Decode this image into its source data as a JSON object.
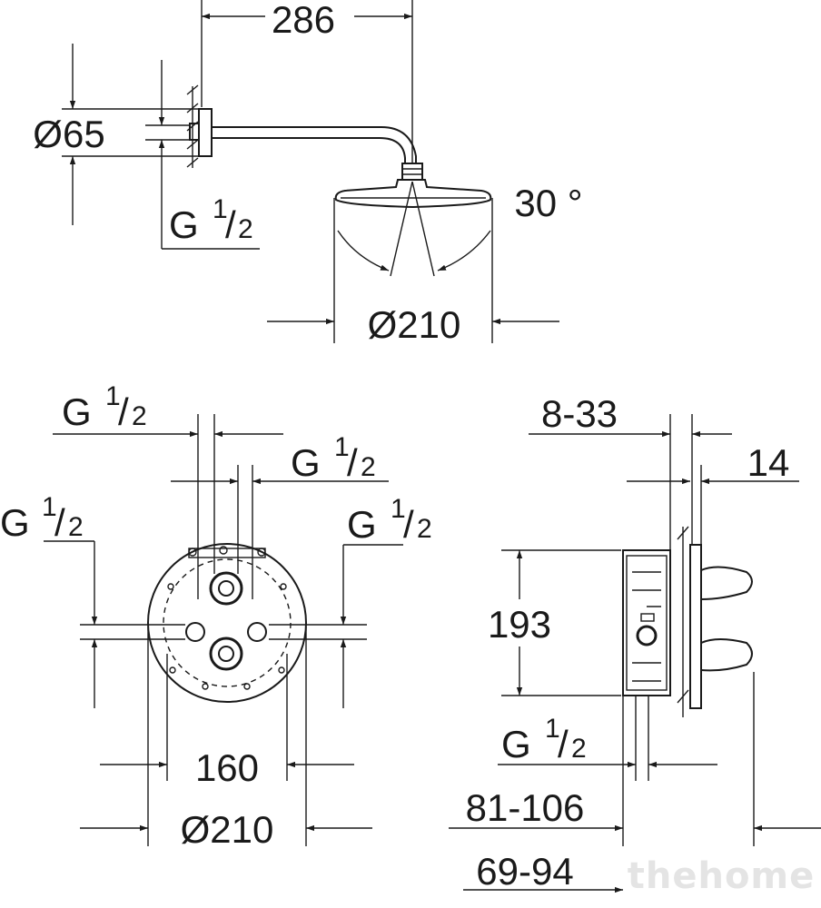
{
  "top_view": {
    "arm_length": "286",
    "flange_diameter": "Ø65",
    "thread": "G",
    "thread_num": "1",
    "thread_den": "2",
    "tilt_angle": "30 °",
    "head_diameter": "Ø210"
  },
  "front_view": {
    "thread": "G",
    "thread_num": "1",
    "thread_den": "2",
    "hole_spacing": "160",
    "plate_diameter": "Ø210"
  },
  "side_view": {
    "adjust_range": "8-33",
    "plate_depth": "14",
    "body_height": "193",
    "thread": "G",
    "thread_num": "1",
    "thread_den": "2",
    "depth_range_1": "81-106",
    "depth_range_2": "69-94"
  },
  "watermark": "thehome"
}
